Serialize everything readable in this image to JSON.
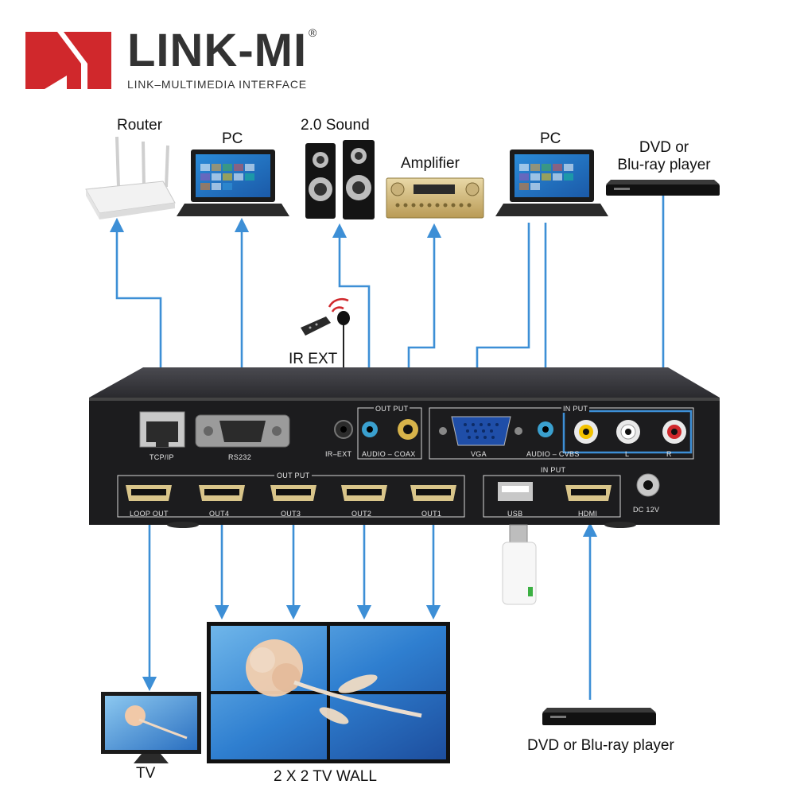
{
  "brand": {
    "name": "LINK-MI",
    "registered": "®",
    "tagline": "LINK–MULTIMEDIA INTERFACE"
  },
  "devices": {
    "router": "Router",
    "pc_rs232": "PC",
    "sound": "2.0 Sound",
    "amplifier": "Amplifier",
    "pc_vga": "PC",
    "dvd_top": "DVD or\nBlu-ray player",
    "ir_ext": "IR EXT",
    "tv": "TV",
    "tv_wall": "2 X 2 TV WALL",
    "dvd_bottom": "DVD or Blu-ray player"
  },
  "panel": {
    "tcpip": "TCP/IP",
    "rs232": "RS232",
    "ir_ext": "IR–EXT",
    "output_group": "OUT PUT",
    "audio_coax": "AUDIO – COAX",
    "input_group": "IN PUT",
    "vga": "VGA",
    "audio_cvbs": "AUDIO – CVBS",
    "l": "L",
    "r": "R",
    "hdmi_output_group": "OUT PUT",
    "loop_out": "LOOP OUT",
    "out4": "OUT4",
    "out3": "OUT3",
    "out2": "OUT2",
    "out1": "OUT1",
    "usb_hdmi_input_group": "IN PUT",
    "usb": "USB",
    "hdmi": "HDMI",
    "dc": "DC 12V"
  },
  "colors": {
    "arrow": "#3d8fd6",
    "brand_red": "#d0282c",
    "panel": "#1c1c1e",
    "panel_top": "#3a3a3e",
    "wall_bg": "#2f6fc4"
  }
}
